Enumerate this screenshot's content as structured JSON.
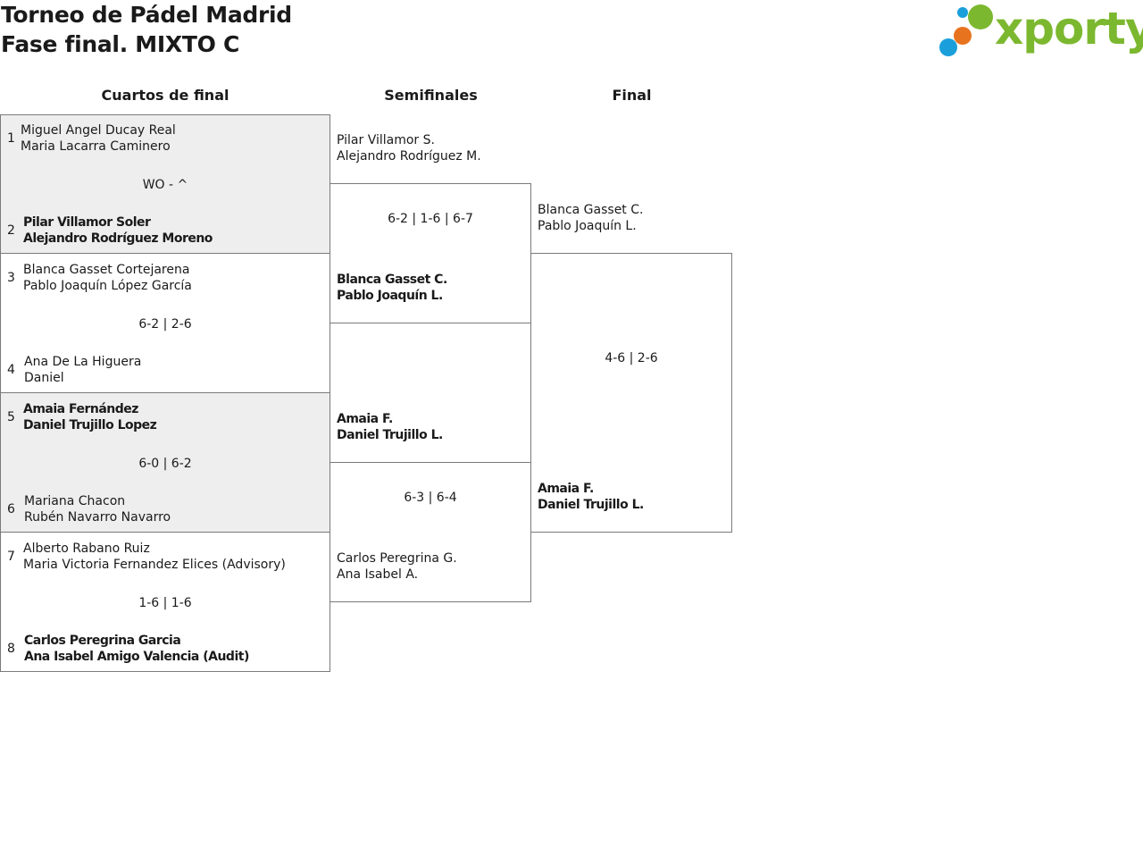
{
  "header": {
    "title_line1": "Torneo de Pádel Madrid",
    "title_line2": "Fase final. MIXTO C"
  },
  "logo": {
    "text": "xporty",
    "text_color": "#7cb82f",
    "dot_colors": [
      "#7cb82f",
      "#e8731e",
      "#1a9fdb"
    ]
  },
  "rounds": {
    "quarterfinals": "Cuartos de final",
    "semifinals": "Semifinales",
    "final": "Final"
  },
  "quarterfinals": [
    {
      "score": "WO - ^",
      "top": {
        "seed": "1",
        "p1": "Miguel Angel Ducay Real",
        "p2": "Maria Lacarra Caminero"
      },
      "bottom": {
        "seed": "2",
        "p1": "Pilar Villamor Soler",
        "p2": "Alejandro Rodríguez Moreno"
      }
    },
    {
      "score": "6-2 | 2-6",
      "top": {
        "seed": "3",
        "p1": "Blanca Gasset Cortejarena",
        "p2": "Pablo Joaquín López García"
      },
      "bottom": {
        "seed": "4",
        "p1": "Ana De La Higuera",
        "p2": "Daniel"
      }
    },
    {
      "score": "6-0 | 6-2",
      "top": {
        "seed": "5",
        "p1": "Amaia Fernández",
        "p2": "Daniel Trujillo Lopez"
      },
      "bottom": {
        "seed": "6",
        "p1": "Mariana Chacon",
        "p2": "Rubén Navarro Navarro"
      }
    },
    {
      "score": "1-6 | 1-6",
      "top": {
        "seed": "7",
        "p1": "Alberto Rabano Ruiz",
        "p2": "Maria Victoria Fernandez Elices (Advisory)"
      },
      "bottom": {
        "seed": "8",
        "p1": "Carlos Peregrina Garcia",
        "p2": "Ana Isabel Amigo Valencia (Audit)"
      }
    }
  ],
  "semifinals": [
    {
      "score": "6-2 | 1-6 | 6-7",
      "top": {
        "p1": "Pilar Villamor S.",
        "p2": "Alejandro Rodríguez M."
      },
      "bottom": {
        "p1": "Blanca Gasset C.",
        "p2": "Pablo Joaquín L."
      }
    },
    {
      "score": "6-3 | 6-4",
      "top": {
        "p1": "Amaia F.",
        "p2": "Daniel Trujillo L."
      },
      "bottom": {
        "p1": "Carlos Peregrina G.",
        "p2": "Ana Isabel A."
      }
    }
  ],
  "final": {
    "score": "4-6 | 2-6",
    "top": {
      "p1": "Blanca Gasset C.",
      "p2": "Pablo Joaquín L."
    },
    "bottom": {
      "p1": "Amaia F.",
      "p2": "Daniel Trujillo L."
    }
  }
}
